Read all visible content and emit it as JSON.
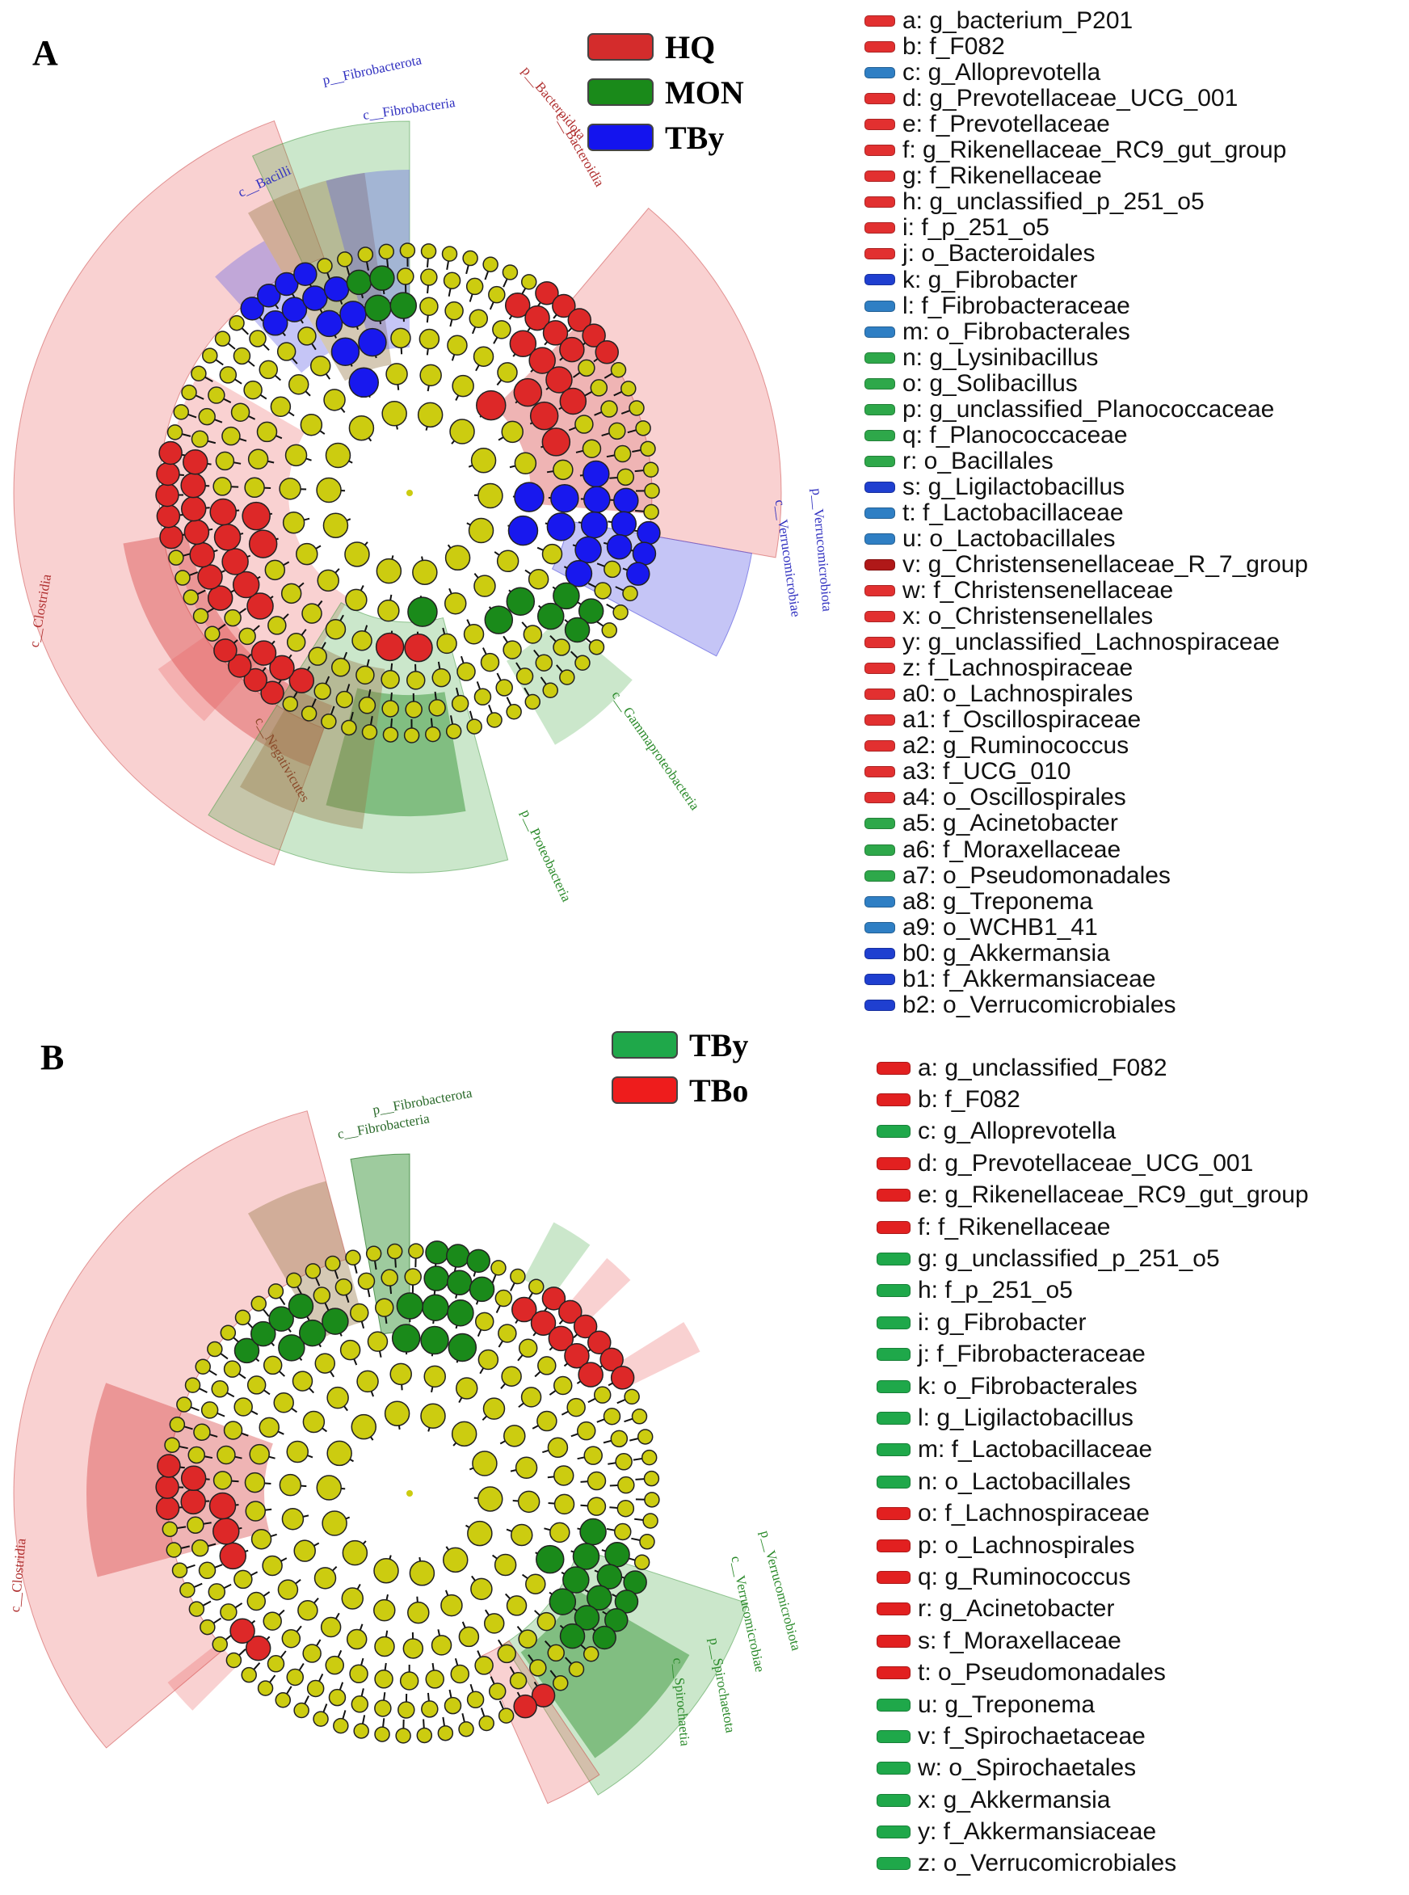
{
  "panel_a": {
    "letter": "A",
    "groups": [
      {
        "label": "HQ",
        "color": "#d42c2c"
      },
      {
        "label": "MON",
        "color": "#1a8a1a"
      },
      {
        "label": "TBy",
        "color": "#1414ee"
      }
    ],
    "taxa": [
      {
        "text": "a: g_bacterium_P201",
        "color": "#e23030"
      },
      {
        "text": "b: f_F082",
        "color": "#e23030"
      },
      {
        "text": "c: g_Alloprevotella",
        "color": "#2f7fc4"
      },
      {
        "text": "d: g_Prevotellaceae_UCG_001",
        "color": "#e23030"
      },
      {
        "text": "e: f_Prevotellaceae",
        "color": "#e23030"
      },
      {
        "text": "f: g_Rikenellaceae_RC9_gut_group",
        "color": "#e23030"
      },
      {
        "text": "g: f_Rikenellaceae",
        "color": "#e23030"
      },
      {
        "text": "h: g_unclassified_p_251_o5",
        "color": "#e23030"
      },
      {
        "text": "i: f_p_251_o5",
        "color": "#e23030"
      },
      {
        "text": "j: o_Bacteroidales",
        "color": "#e23030"
      },
      {
        "text": "k: g_Fibrobacter",
        "color": "#1f3fd0"
      },
      {
        "text": "l: f_Fibrobacteraceae",
        "color": "#2f7fc4"
      },
      {
        "text": "m: o_Fibrobacterales",
        "color": "#2f7fc4"
      },
      {
        "text": "n: g_Lysinibacillus",
        "color": "#2ea84a"
      },
      {
        "text": "o: g_Solibacillus",
        "color": "#2ea84a"
      },
      {
        "text": "p: g_unclassified_Planococcaceae",
        "color": "#2ea84a"
      },
      {
        "text": "q: f_Planococcaceae",
        "color": "#2ea84a"
      },
      {
        "text": "r: o_Bacillales",
        "color": "#2ea84a"
      },
      {
        "text": "s: g_Ligilactobacillus",
        "color": "#1f3fd0"
      },
      {
        "text": "t: f_Lactobacillaceae",
        "color": "#2f7fc4"
      },
      {
        "text": "u: o_Lactobacillales",
        "color": "#2f7fc4"
      },
      {
        "text": "v: g_Christensenellaceae_R_7_group",
        "color": "#b01818"
      },
      {
        "text": "w: f_Christensenellaceae",
        "color": "#e23030"
      },
      {
        "text": "x: o_Christensenellales",
        "color": "#e23030"
      },
      {
        "text": "y: g_unclassified_Lachnospiraceae",
        "color": "#e23030"
      },
      {
        "text": "z: f_Lachnospiraceae",
        "color": "#e23030"
      },
      {
        "text": "a0: o_Lachnospirales",
        "color": "#e23030"
      },
      {
        "text": "a1: f_Oscillospiraceae",
        "color": "#e23030"
      },
      {
        "text": "a2: g_Ruminococcus",
        "color": "#e23030"
      },
      {
        "text": "a3: f_UCG_010",
        "color": "#e23030"
      },
      {
        "text": "a4: o_Oscillospirales",
        "color": "#e23030"
      },
      {
        "text": "a5: g_Acinetobacter",
        "color": "#2ea84a"
      },
      {
        "text": "a6: f_Moraxellaceae",
        "color": "#2ea84a"
      },
      {
        "text": "a7: o_Pseudomonadales",
        "color": "#2ea84a"
      },
      {
        "text": "a8: g_Treponema",
        "color": "#2f7fc4"
      },
      {
        "text": "a9: o_WCHB1_41",
        "color": "#2f7fc4"
      },
      {
        "text": "b0: g_Akkermansia",
        "color": "#1f3fd0"
      },
      {
        "text": "b1: f_Akkermansiaceae",
        "color": "#1f3fd0"
      },
      {
        "text": "b2: o_Verrucomicrobiales",
        "color": "#1f3fd0"
      }
    ],
    "clade_labels": [
      {
        "text": "p__Fibrobacterota",
        "color": "#3030c0"
      },
      {
        "text": "c__Fibrobacteria",
        "color": "#3030c0"
      },
      {
        "text": "c__Bacilli",
        "color": "#3030c0"
      },
      {
        "text": "p__Bacteroidota",
        "color": "#b03030"
      },
      {
        "text": "c__Bacteroidia",
        "color": "#b03030"
      },
      {
        "text": "c__Clostridia",
        "color": "#b03030"
      },
      {
        "text": "p__Verrucomicrobiota",
        "color": "#3030c0"
      },
      {
        "text": "c__Verrucomicrobiae",
        "color": "#3030c0"
      },
      {
        "text": "c__Gammaproteobacteria",
        "color": "#2a8a2a"
      },
      {
        "text": "p__Proteobacteria",
        "color": "#2a8a2a"
      },
      {
        "text": "c__Negativicutes",
        "color": "#8a4a2a"
      }
    ]
  },
  "panel_b": {
    "letter": "B",
    "groups": [
      {
        "label": "TBy",
        "color": "#1fa84a"
      },
      {
        "label": "TBo",
        "color": "#ee1c1c"
      }
    ],
    "taxa": [
      {
        "text": "a: g_unclassified_F082",
        "color": "#e22020"
      },
      {
        "text": "b: f_F082",
        "color": "#e22020"
      },
      {
        "text": "c: g_Alloprevotella",
        "color": "#1fa84a"
      },
      {
        "text": "d: g_Prevotellaceae_UCG_001",
        "color": "#e22020"
      },
      {
        "text": "e: g_Rikenellaceae_RC9_gut_group",
        "color": "#e22020"
      },
      {
        "text": "f: f_Rikenellaceae",
        "color": "#e22020"
      },
      {
        "text": "g: g_unclassified_p_251_o5",
        "color": "#1fa84a"
      },
      {
        "text": "h: f_p_251_o5",
        "color": "#1fa84a"
      },
      {
        "text": "i: g_Fibrobacter",
        "color": "#1fa84a"
      },
      {
        "text": "j: f_Fibrobacteraceae",
        "color": "#1fa84a"
      },
      {
        "text": "k: o_Fibrobacterales",
        "color": "#1fa84a"
      },
      {
        "text": "l: g_Ligilactobacillus",
        "color": "#1fa84a"
      },
      {
        "text": "m: f_Lactobacillaceae",
        "color": "#1fa84a"
      },
      {
        "text": "n: o_Lactobacillales",
        "color": "#1fa84a"
      },
      {
        "text": "o: f_Lachnospiraceae",
        "color": "#e22020"
      },
      {
        "text": "p: o_Lachnospirales",
        "color": "#e22020"
      },
      {
        "text": "q: g_Ruminococcus",
        "color": "#e22020"
      },
      {
        "text": "r: g_Acinetobacter",
        "color": "#e22020"
      },
      {
        "text": "s: f_Moraxellaceae",
        "color": "#e22020"
      },
      {
        "text": "t: o_Pseudomonadales",
        "color": "#e22020"
      },
      {
        "text": "u: g_Treponema",
        "color": "#1fa84a"
      },
      {
        "text": "v: f_Spirochaetaceae",
        "color": "#1fa84a"
      },
      {
        "text": "w: o_Spirochaetales",
        "color": "#1fa84a"
      },
      {
        "text": "x: g_Akkermansia",
        "color": "#1fa84a"
      },
      {
        "text": "y: f_Akkermansiaceae",
        "color": "#1fa84a"
      },
      {
        "text": "z: o_Verrucomicrobiales",
        "color": "#1fa84a"
      }
    ],
    "clade_labels": [
      {
        "text": "p__Fibrobacterota",
        "color": "#2a6a2a"
      },
      {
        "text": "c__Fibrobacteria",
        "color": "#2a6a2a"
      },
      {
        "text": "c__Clostridia",
        "color": "#b03030"
      },
      {
        "text": "p__Verrucomicrobiota",
        "color": "#2a8a2a"
      },
      {
        "text": "c__Verrucomicrobiae",
        "color": "#2a8a2a"
      },
      {
        "text": "c__Spirochaetia",
        "color": "#2a8a2a"
      },
      {
        "text": "p__Spirochaetota",
        "color": "#2a8a2a"
      }
    ]
  }
}
